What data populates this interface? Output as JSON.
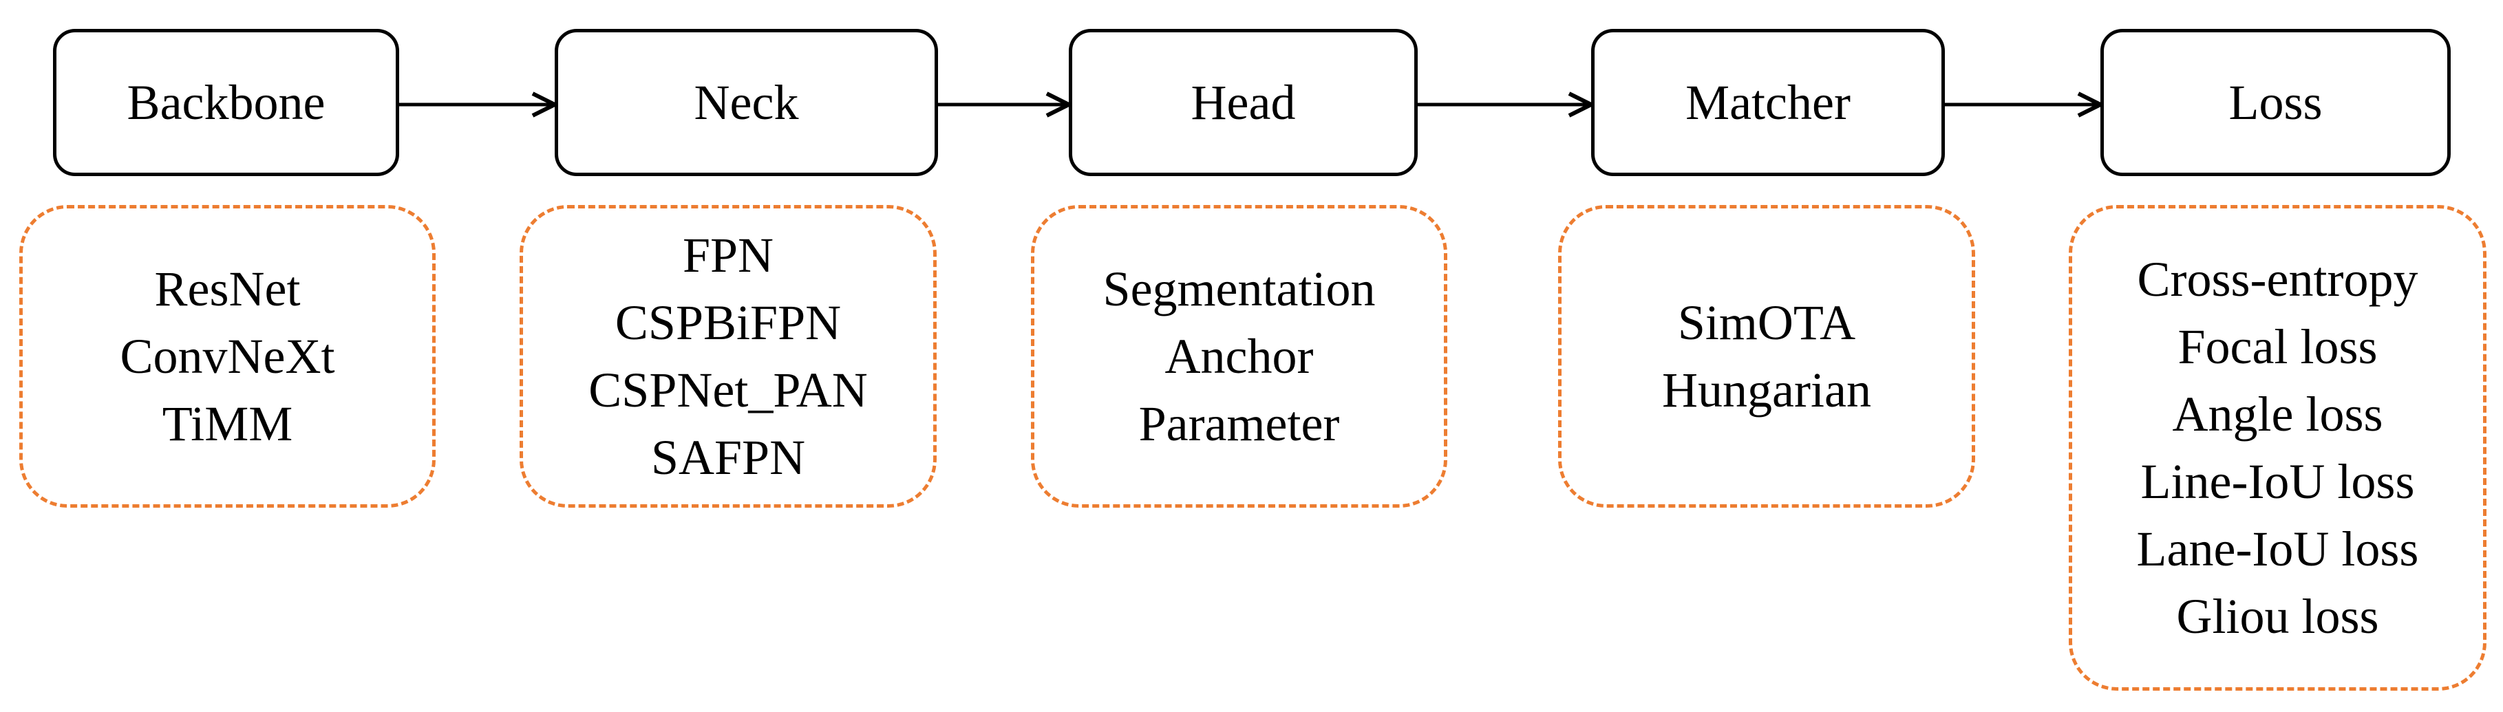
{
  "stages": [
    {
      "id": "backbone",
      "label": "Backbone"
    },
    {
      "id": "neck",
      "label": "Neck"
    },
    {
      "id": "head",
      "label": "Head"
    },
    {
      "id": "matcher",
      "label": "Matcher"
    },
    {
      "id": "loss",
      "label": "Loss"
    }
  ],
  "options": {
    "backbone": [
      "ResNet",
      "ConvNeXt",
      "TiMM"
    ],
    "neck": [
      "FPN",
      "CSPBiFPN",
      "CSPNet_PAN",
      "SAFPN"
    ],
    "head": [
      "Segmentation",
      "Anchor",
      "Parameter"
    ],
    "matcher": [
      "SimOTA",
      "Hungarian"
    ],
    "loss": [
      "Cross-entropy",
      "Focal loss",
      "Angle loss",
      "Line-IoU loss",
      "Lane-IoU loss",
      "Gliou loss"
    ]
  },
  "colors": {
    "stage_border": "#000000",
    "option_border": "#ed7d31",
    "arrow": "#000000"
  }
}
